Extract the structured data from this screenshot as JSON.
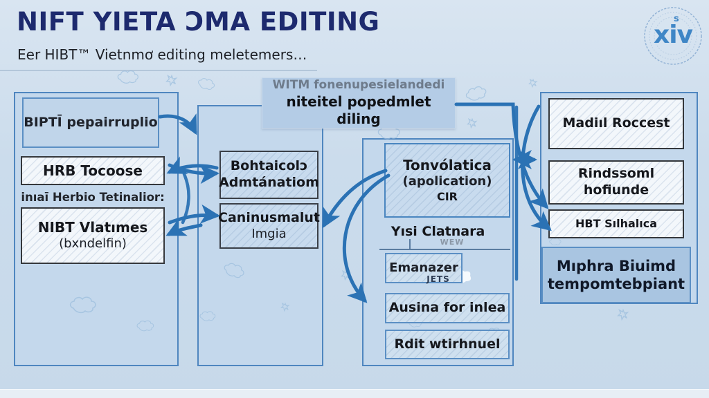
{
  "colors": {
    "accent": "#2b72b4",
    "panel_border": "#4f86bf",
    "panel_fill": "#c4d8ec",
    "title": "#1d2a6e",
    "bg": "#cbdcec",
    "bg_top": "#d9e5f1",
    "note_fill": "#b4cce6",
    "mphra_fill": "#a9c5e1",
    "doodle": "#9bbedd"
  },
  "header": {
    "title": "NIFT YIETA ƆMA EDITING",
    "subtitle": "Eer HIBT™ Vietnmơ editing meletemers…"
  },
  "logo": {
    "text": "xiv",
    "small_top": "s"
  },
  "left_panel": {
    "box1_label": "BIPTĪ pepairruplio",
    "box2_label": "HRB Tocoose",
    "caption": "inıaī Herbio Tetinalior:",
    "box3_line1": "NIBT Vlatımes",
    "box3_line2": "(bxndelfin)"
  },
  "mid_panel": {
    "box1_line1": "Bohtaicolɔ",
    "box1_line2": "Admtánatiom",
    "box2_line1": "Caninusmalut",
    "box2_line2": "Imgia"
  },
  "note_box": {
    "line1": "WITM fonenupesielandedi",
    "line2": "niteitel popedmlet diling"
  },
  "center_panel": {
    "main_line1": "Tonvólatica",
    "main_line2": "(apolication)",
    "main_line3": "CIR",
    "caption": "Yısi Clatnara",
    "caption_small": "WEW",
    "box2_label": "Emanazer",
    "box2_tag": "JETS",
    "box3_label": "Ausina for inlea",
    "box4_label": "Rdit wtirhnuel"
  },
  "right_panel": {
    "box1_label": "Madiıl Roccest",
    "box2_label": "Rindssoml hofiunde",
    "box3_label": "HBT Sılhalıca",
    "box4_line1": "Mıphra Biuimd",
    "box4_line2": "tempomtebpiant"
  }
}
